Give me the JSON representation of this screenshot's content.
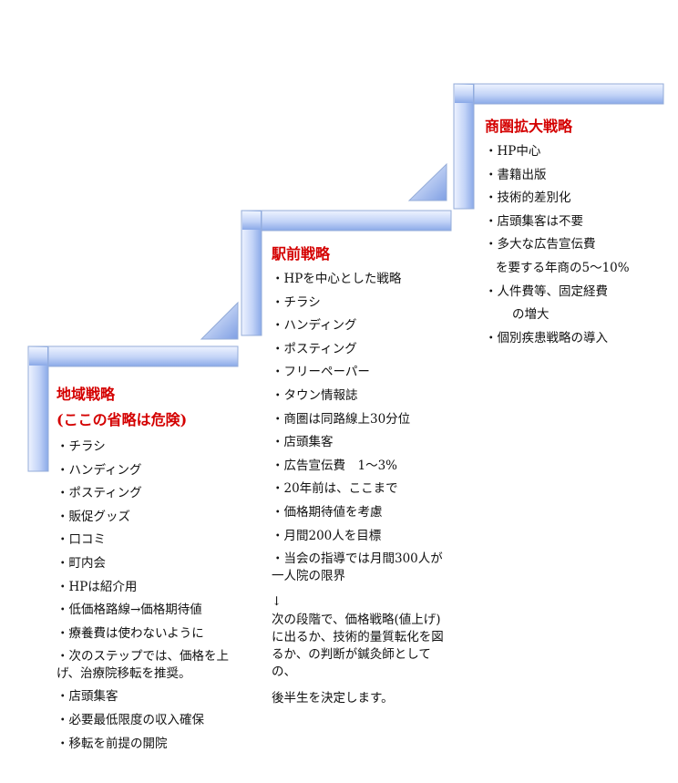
{
  "colors": {
    "accent_text": "#d40000",
    "step_light": "#e8efff",
    "step_dark": "#7fa0e6"
  },
  "steps": [
    {
      "title": "地域戦略",
      "subtitle": "(ここの省略は危険)",
      "items": [
        "・チラシ",
        "・ハンディング",
        "・ポスティング",
        "・販促グッズ",
        "・口コミ",
        "・町内会",
        "・HPは紹介用",
        "・低価格路線→価格期待値",
        "・療養費は使わないように",
        "・次のステップでは、価格を上げ、治療院移転を推奨。",
        "・店頭集客",
        "・必要最低限度の収入確保",
        "・移転を前提の開院"
      ]
    },
    {
      "title": "駅前戦略",
      "items": [
        "・HPを中心とした戦略",
        "・チラシ",
        "・ハンディング",
        "・ポスティング",
        "・フリーペーパー",
        "・タウン情報誌",
        "・商圏は同路線上30分位",
        "・店頭集客",
        "・広告宣伝費　1〜3%",
        "・20年前は、ここまで",
        "・価格期待値を考慮",
        "・月間200人を目標",
        "・当会の指導では月間300人が一人院の限界"
      ],
      "arrow": "↓",
      "note": "次の段階で、価格戦略(値上げ)に出るか、技術的量質転化を図るか、の判断が鍼灸師としての、",
      "note2": "後半生を決定します。"
    },
    {
      "title": "商圏拡大戦略",
      "items": [
        "・HP中心",
        "・書籍出版",
        "・技術的差別化",
        "・店頭集客は不要",
        "・多大な広告宣伝費",
        "を要する年商の5〜10%",
        "・人件費等、固定経費",
        "の増大",
        "・個別疾患戦略の導入"
      ]
    }
  ]
}
